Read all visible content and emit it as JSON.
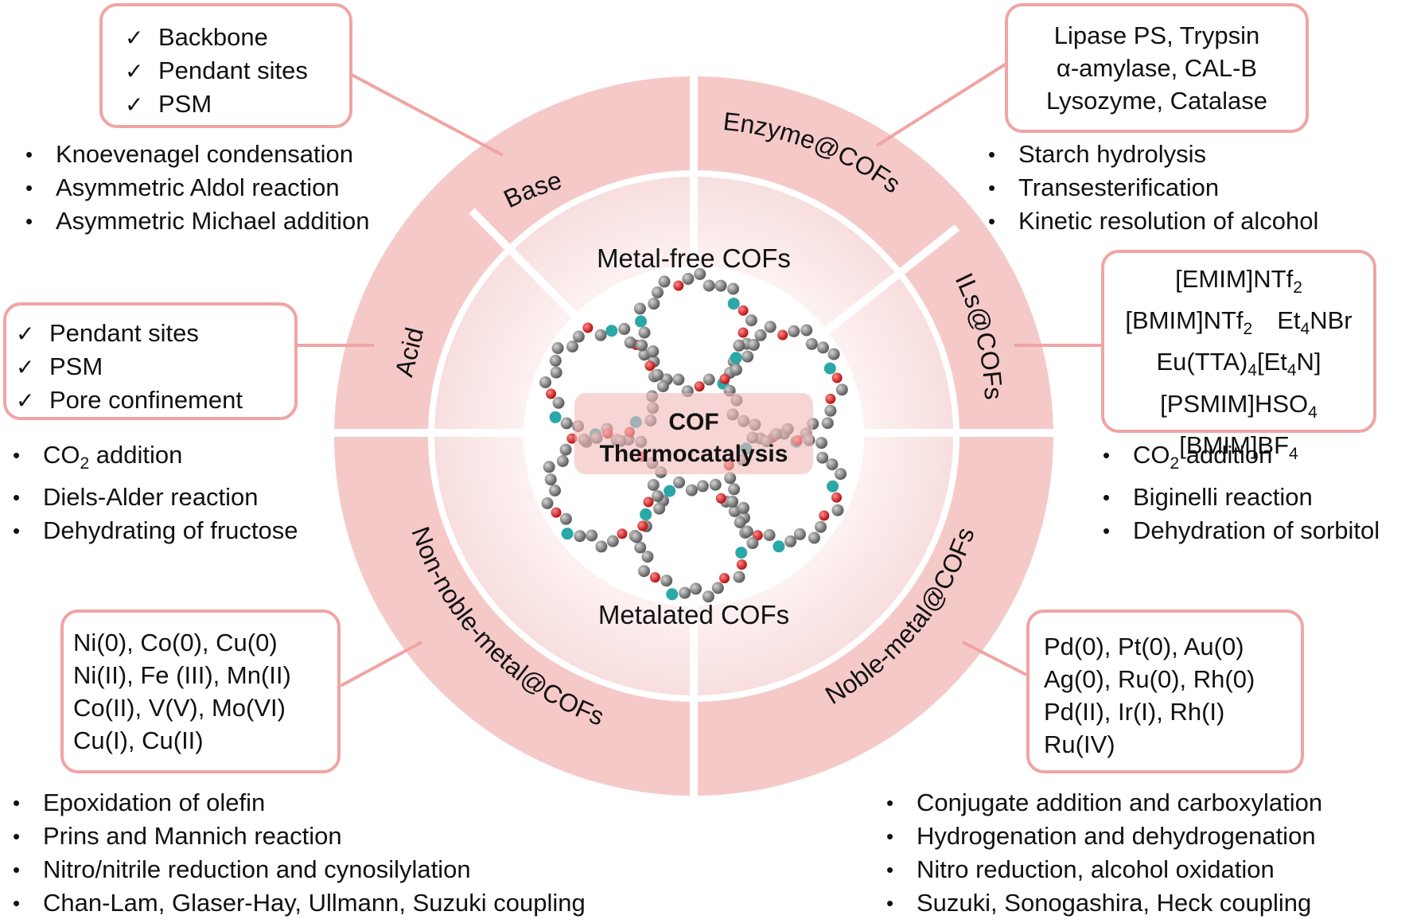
{
  "center": {
    "title_line1": "COF",
    "title_line2": "Thermocatalysis",
    "upper_label": "Metal-free COFs",
    "lower_label": "Metalated COFs"
  },
  "segments": {
    "base": "Base",
    "enzyme": "Enzyme@COFs",
    "acid": "Acid",
    "ils": "ILs@COFs",
    "non_noble": "Non-noble-metal@COFs",
    "noble": "Noble-metal@COFs"
  },
  "base_box": [
    "Backbone",
    "Pendant sites",
    "PSM"
  ],
  "base_reactions": [
    "Knoevenagel condensation",
    "Asymmetric Aldol reaction",
    "Asymmetric Michael addition"
  ],
  "enzyme_box": [
    "Lipase PS, Trypsin",
    "α-amylase, CAL-B",
    "Lysozyme, Catalase"
  ],
  "enzyme_reactions": [
    "Starch hydrolysis",
    "Transesterification",
    "Kinetic resolution of alcohol"
  ],
  "acid_box": [
    "Pendant sites",
    "PSM",
    "Pore confinement"
  ],
  "acid_reactions": [
    {
      "pre": "CO",
      "sub": "2",
      "post": " addition"
    },
    {
      "pre": "Diels-Alder reaction",
      "sub": "",
      "post": ""
    },
    {
      "pre": "Dehydrating of fructose",
      "sub": "",
      "post": ""
    }
  ],
  "ils_box": [
    [
      {
        "t": "[EMIM]NTf"
      },
      {
        "s": "2"
      }
    ],
    [
      {
        "t": "[BMIM]NTf"
      },
      {
        "s": "2"
      },
      {
        "t": " Et"
      },
      {
        "s": "4"
      },
      {
        "t": "NBr"
      }
    ],
    [
      {
        "t": "Eu(TTA)"
      },
      {
        "s": "4"
      },
      {
        "t": "[Et"
      },
      {
        "s": "4"
      },
      {
        "t": "N]"
      }
    ],
    [
      {
        "t": "[PSMIM]HSO"
      },
      {
        "s": "4"
      }
    ],
    [
      {
        "t": "[BMIM]BF"
      },
      {
        "s": "4"
      }
    ]
  ],
  "ils_reactions": [
    {
      "pre": "CO",
      "sub": "2",
      "post": " addition"
    },
    {
      "pre": "Biginelli reaction",
      "sub": "",
      "post": ""
    },
    {
      "pre": "Dehydration of sorbitol",
      "sub": "",
      "post": ""
    }
  ],
  "non_noble_box": [
    "Ni(0), Co(0), Cu(0)",
    "Ni(II), Fe (III), Mn(II)",
    "Co(II), V(V), Mo(VI)",
    "Cu(I), Cu(II)"
  ],
  "non_noble_reactions": [
    "Epoxidation of olefin",
    "Prins and Mannich reaction",
    "Nitro/nitrile reduction and cynosilylation",
    "Chan-Lam, Glaser-Hay, Ullmann, Suzuki coupling"
  ],
  "noble_box": [
    "Pd(0), Pt(0), Au(0)",
    "Ag(0), Ru(0), Rh(0)",
    "Pd(II), Ir(I), Rh(I)",
    "Ru(IV)"
  ],
  "noble_reactions": [
    "Conjugate addition and carboxylation",
    "Hydrogenation and dehydrogenation",
    "Nitro reduction, alcohol oxidation",
    "Suzuki, Sonogashira, Heck coupling"
  ],
  "colors": {
    "segment": "#f6c9c9",
    "box_border": "#f0a4a4",
    "inner_disk": "#fbe9e9",
    "atoms_c": "#7b7b7b",
    "atoms_o": "#d81e1e",
    "atoms_n": "#2aa7a7"
  }
}
